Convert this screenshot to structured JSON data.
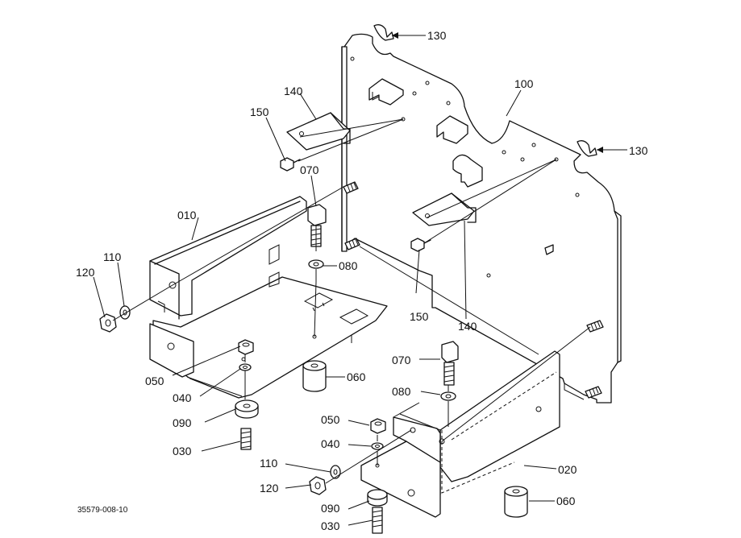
{
  "drawing_code": "35579-008-10",
  "labels": {
    "l010": "010",
    "l020": "020",
    "l030a": "030",
    "l030b": "030",
    "l040a": "040",
    "l040b": "040",
    "l050a": "050",
    "l050b": "050",
    "l060a": "060",
    "l060b": "060",
    "l070a": "070",
    "l070b": "070",
    "l080a": "080",
    "l080b": "080",
    "l090a": "090",
    "l090b": "090",
    "l100": "100",
    "l110a": "110",
    "l110b": "110",
    "l120a": "120",
    "l120b": "120",
    "l130a": "130",
    "l130b": "130",
    "l140a": "140",
    "l140b": "140",
    "l150a": "150",
    "l150b": "150"
  }
}
